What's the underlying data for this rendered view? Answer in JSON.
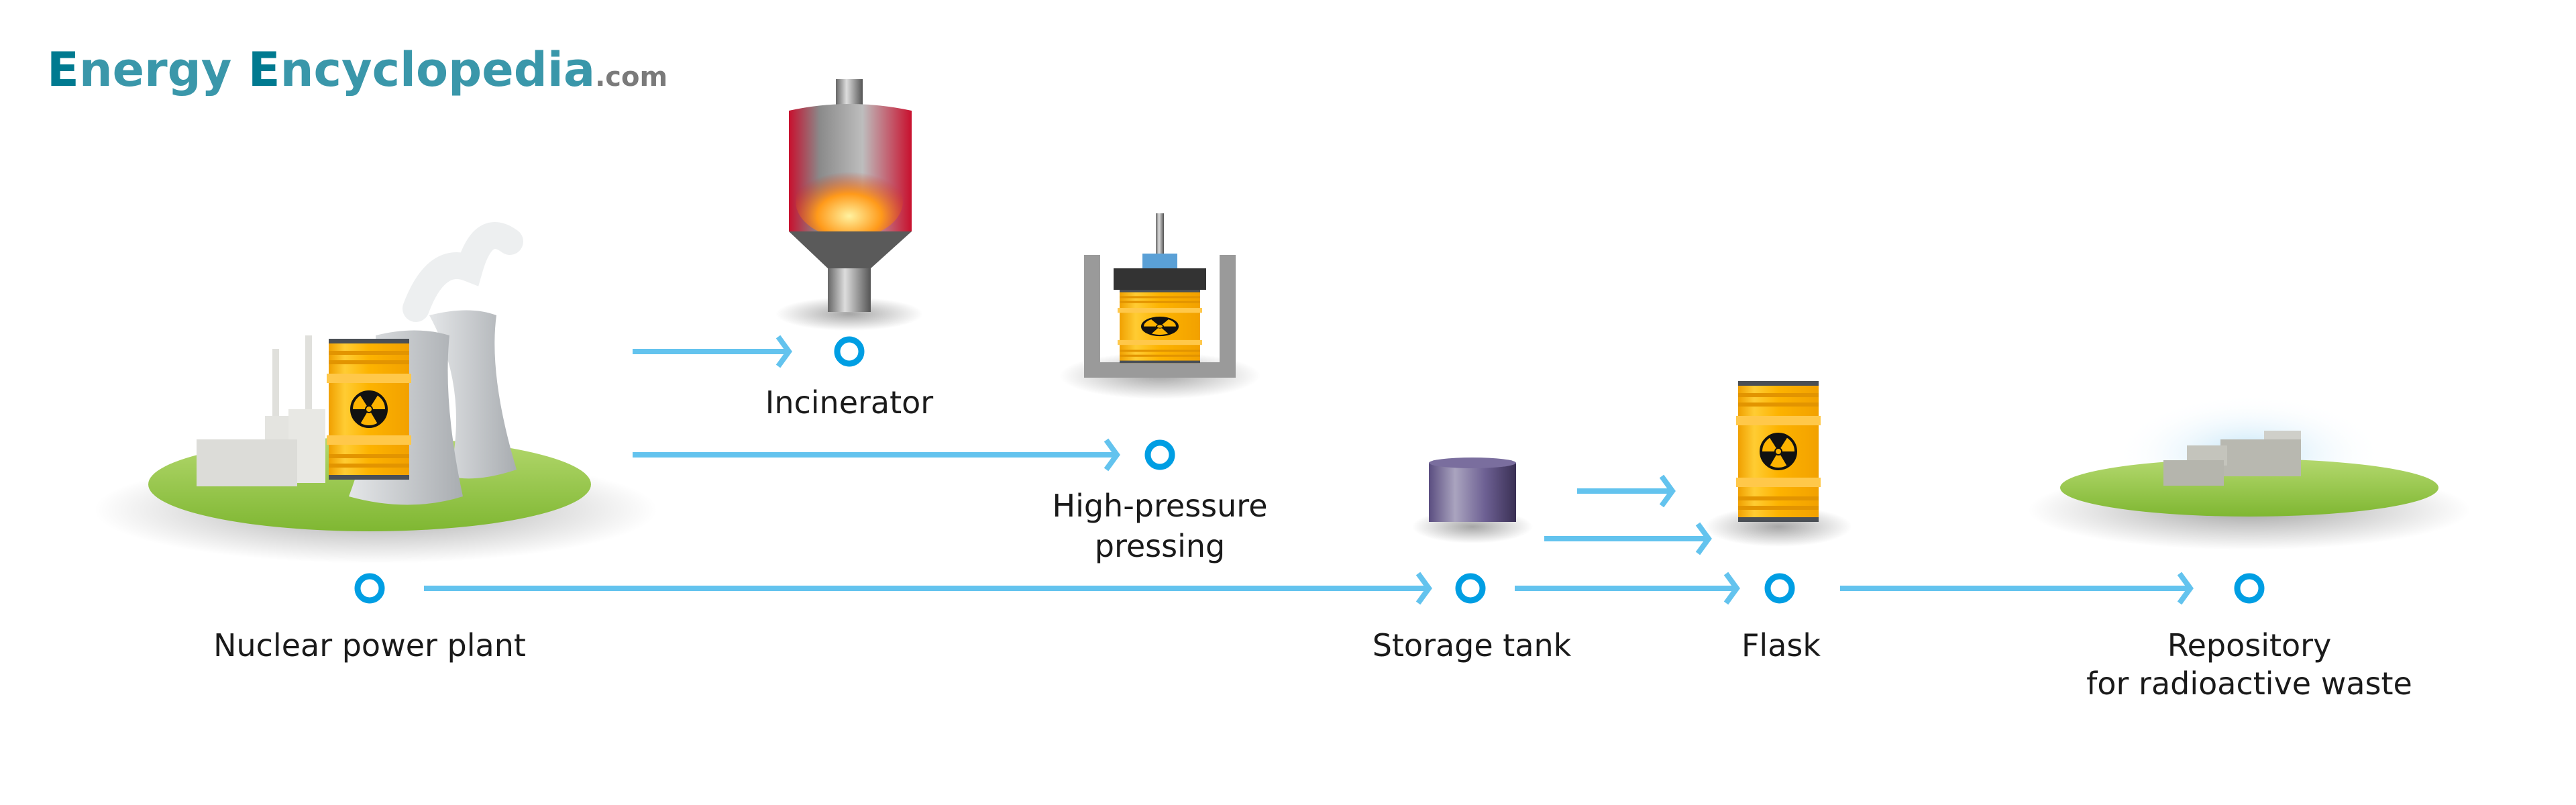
{
  "logo": {
    "part1_cap": "E",
    "part1_rest": "nergy ",
    "part2_cap": "E",
    "part2_rest": "ncyclopedia",
    "suffix": ".com"
  },
  "colors": {
    "arrow": "#63c3ee",
    "node": "#009ee3",
    "logo_teal": "#3a97aa",
    "logo_dark": "#007a90",
    "barrel": "#fdb300",
    "ground": "#8cc43f",
    "storage_tank": "#5c4f80"
  },
  "stages": {
    "nuclear_power_plant": {
      "label": "Nuclear power plant",
      "icon": "nuclear-plant-with-barrel"
    },
    "incinerator": {
      "label": "Incinerator",
      "icon": "incinerator"
    },
    "high_pressure_pressing": {
      "label_line1": "High-pressure",
      "label_line2": "pressing",
      "icon": "hydraulic-press-with-barrel"
    },
    "storage_tank": {
      "label": "Storage tank",
      "icon": "purple-cylinder"
    },
    "flask": {
      "label": "Flask",
      "icon": "radioactive-barrel"
    },
    "repository": {
      "label_line1": "Repository",
      "label_line2": "for radioactive waste",
      "icon": "repository-buildings"
    }
  }
}
